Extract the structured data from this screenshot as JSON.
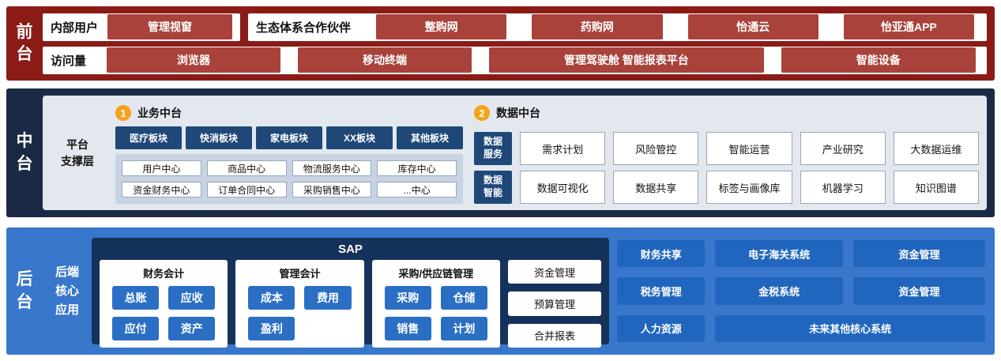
{
  "colors": {
    "front_band": "#8A1B17",
    "front_button": "#A8423A",
    "mid_band": "#1A2A45",
    "navy_box": "#1F4878",
    "back_band": "#3877CB",
    "sap_panel": "#15325A",
    "module_button": "#2A6FC4",
    "grid_button": "#2166BE",
    "number_circle": "#F5A31B"
  },
  "front": {
    "band_label": "前\n台",
    "internal": {
      "label": "内部用户",
      "buttons": [
        "管理视窗"
      ]
    },
    "eco": {
      "label": "生态体系合作伙伴",
      "buttons": [
        "整购网",
        "药购网",
        "怡通云",
        "怡亚通APP"
      ]
    },
    "visits": {
      "label": "访问量",
      "buttons": [
        "浏览器",
        "移动终端",
        "管理驾驶舱 智能报表平台",
        "智能设备"
      ]
    }
  },
  "middle": {
    "band_label": "中\n台",
    "support_label": "平台\n支撑层",
    "business": {
      "number": "1",
      "title": "业务中台",
      "tabs": [
        "医疗板块",
        "快消板块",
        "家电板块",
        "XX板块",
        "其他板块"
      ],
      "centers": [
        "用户中心",
        "商品中心",
        "物流服务中心",
        "库存中心",
        "资金财务中心",
        "订单合同中心",
        "采购销售中心",
        "...中心"
      ]
    },
    "data_platform": {
      "number": "2",
      "title": "数据中台",
      "service": {
        "label": "数据\n服务",
        "items": [
          "需求计划",
          "风险管控",
          "智能运营",
          "产业研究",
          "大数据运维"
        ]
      },
      "intelligence": {
        "label": "数据\n智能",
        "items": [
          "数据可视化",
          "数据共享",
          "标签与画像库",
          "机器学习",
          "知识图谱"
        ]
      }
    }
  },
  "back": {
    "band_label": "后\n台",
    "core_label": "后端\n核心\n应用",
    "sap": {
      "title": "SAP",
      "fin": {
        "title": "财务会计",
        "items": [
          "总账",
          "应收",
          "应付",
          "资产"
        ]
      },
      "mgmt": {
        "title": "管理会计",
        "items": [
          "成本",
          "费用",
          "盈利"
        ]
      },
      "scm": {
        "title": "采购/供应链管理",
        "items": [
          "采购",
          "仓储",
          "销售",
          "计划"
        ]
      },
      "side": [
        "资金管理",
        "预算管理",
        "合并报表"
      ]
    },
    "grid": [
      "财务共享",
      "电子海关系统",
      "资金管理",
      "税务管理",
      "金税系统",
      "资金管理",
      "人力资源",
      "未来其他核心系统"
    ]
  }
}
